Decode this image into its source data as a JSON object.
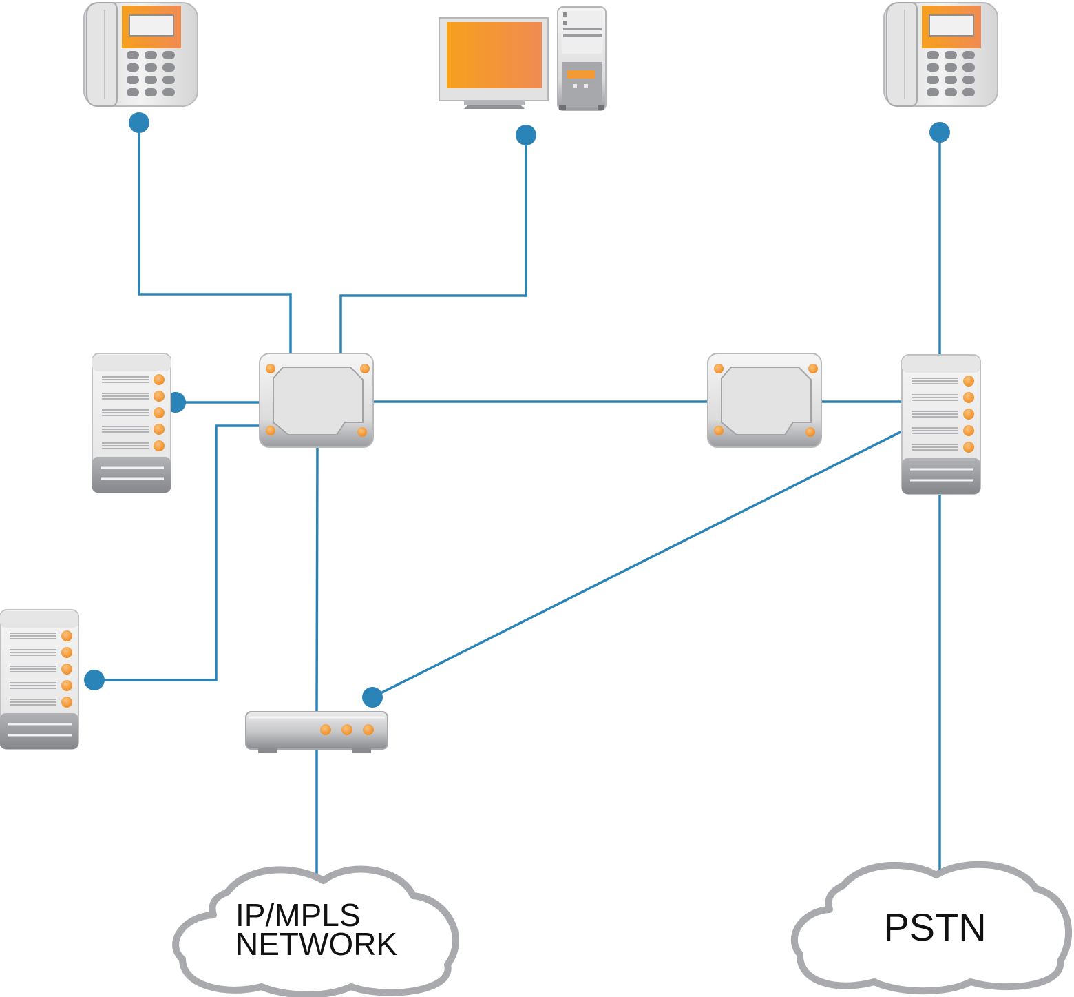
{
  "colors": {
    "link": "#2b84b8",
    "device_light": "#f1f1f1",
    "device_mid": "#c9c9cb",
    "device_dark": "#8f9094",
    "led": "#f39a35",
    "screen": "#f5a020",
    "cloud_stroke": "#a9aaad"
  },
  "clouds": {
    "ip_mpls": {
      "line1": "IP/MPLS",
      "line2": "NETWORK"
    },
    "pstn": {
      "label": "PSTN"
    }
  },
  "nodes": [
    {
      "name": "ip-phone-left",
      "icon": "desk-phone-icon"
    },
    {
      "name": "workstation",
      "icon": "desktop-computer-icon"
    },
    {
      "name": "ip-phone-right",
      "icon": "desk-phone-icon"
    },
    {
      "name": "server-left",
      "icon": "server-icon"
    },
    {
      "name": "switch-center",
      "icon": "switch-icon"
    },
    {
      "name": "switch-right",
      "icon": "switch-icon"
    },
    {
      "name": "server-right",
      "icon": "server-icon"
    },
    {
      "name": "server-bottom-left",
      "icon": "server-icon"
    },
    {
      "name": "router",
      "icon": "router-icon"
    }
  ]
}
